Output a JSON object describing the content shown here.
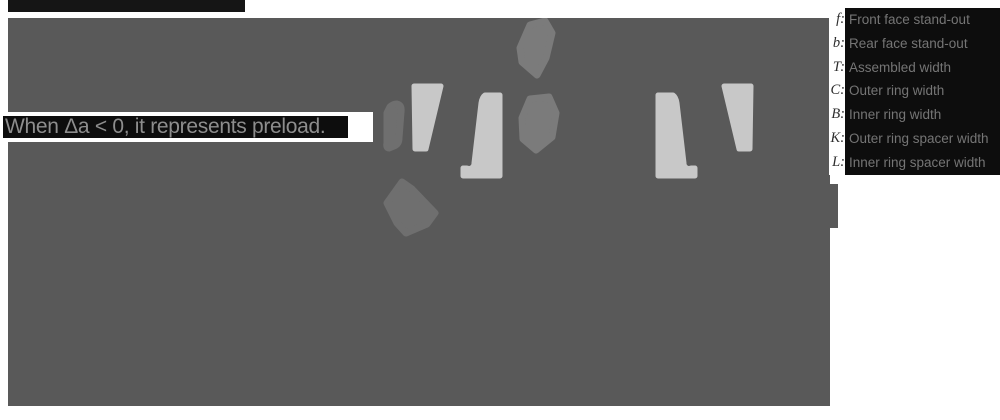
{
  "note": {
    "text": "When Δa < 0, it represents preload."
  },
  "legend": {
    "items": [
      {
        "symbol": "f:",
        "label": "Front face stand-out"
      },
      {
        "symbol": "b:",
        "label": "Rear face stand-out"
      },
      {
        "symbol": "T:",
        "label": "Assembled width"
      },
      {
        "symbol": "C:",
        "label": "Outer ring width"
      },
      {
        "symbol": "B:",
        "label": "Inner ring width"
      },
      {
        "symbol": "K:",
        "label": "Outer ring spacer width"
      },
      {
        "symbol": "L:",
        "label": "Inner ring spacer width"
      }
    ]
  },
  "figure": {
    "kind": "duplex-bearing-cross-section-diagram",
    "shapes": [
      "outer-ring-section-left",
      "inner-ring-section-left",
      "outer-ring-section-right",
      "inner-ring-section-right",
      "roller-blob-top",
      "roller-blob-middle",
      "roller-blob-lower",
      "small-blob-left"
    ]
  },
  "colors": {
    "panel_bg": "#ffffff",
    "figure_bg": "#595959",
    "shape_bright": "#c8c8c8",
    "blob_light": "#7b7b7b",
    "blob_dark": "#6f6f6f",
    "highlight_bg": "#0d0d0d",
    "note_text": "#8d8d8d",
    "legend_text": "#757575",
    "legend_symbol": "#2e2e2e",
    "top_bar": "#151515"
  }
}
